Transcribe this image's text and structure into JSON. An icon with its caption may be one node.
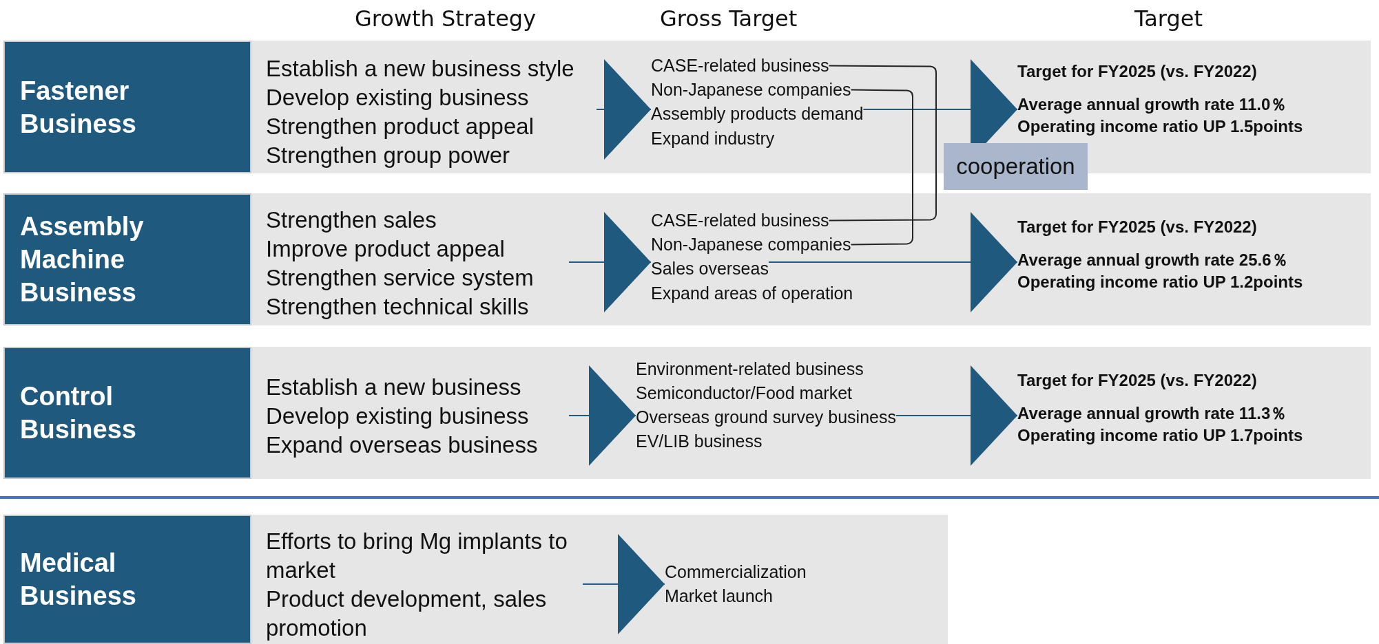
{
  "diagram": {
    "nodes": [
      {
        "text": [],
        "shape": "box"
      },
      {
        "text": [
          "Fastener Business"
        ],
        "in": 0
      },
      {
        "text": [
          "Establish a new business style",
          "Develop existing business",
          "Strengthen product appeal",
          "Strengthen group power"
        ],
        "in": 0
      },
      {
        "text": [
          "CASE-related business"
        ],
        "in": 0
      },
      {
        "text": [
          "Non-Japanese companies"
        ],
        "in": 0
      },
      {
        "text": [
          "Assembly products demand"
        ],
        "in": 0
      },
      {
        "text": [
          "Expand industry"
        ],
        "in": 0
      },
      {
        "text": [
          "Target for FY2025 (vs. FY2022)",
          "Average annual growth rate 11.0％",
          "Operating income ratio UP 1.5points"
        ],
        "in": 0
      },
      {
        "text": [
          "cooperation"
        ]
      },
      {
        "text": [],
        "shape": "box"
      },
      {
        "text": [
          "Assembly Machine Business"
        ],
        "in": 9
      },
      {
        "text": [
          "Strengthen sales",
          "Improve product appeal",
          "Strengthen service system",
          "Strengthen technical skills"
        ],
        "in": 9
      },
      {
        "text": [
          "CASE-related business"
        ],
        "in": 9
      },
      {
        "text": [
          "Non-Japanese companies"
        ],
        "in": 9
      },
      {
        "text": [
          "Sales overseas"
        ],
        "in": 9
      },
      {
        "text": [
          "Expand areas of operation"
        ],
        "in": 9
      },
      {
        "text": [
          "Target for FY2025 (vs. FY2022)",
          "Average annual growth rate 25.6％",
          "Operating income ratio UP 1.2points"
        ],
        "in": 9
      },
      {
        "text": [],
        "shape": "box"
      },
      {
        "text": [
          "Control Business"
        ],
        "in": 17
      },
      {
        "text": [
          "Establish a new business",
          "Develop existing business",
          "Expand overseas business"
        ],
        "in": 17
      },
      {
        "text": [
          "Environment-related business",
          "Semiconductor/Food market",
          "Overseas ground survey business",
          "EV/LIB business"
        ],
        "in": 17
      },
      {
        "text": [
          "Target for FY2025 (vs. FY2022)",
          "Average annual growth rate 11.3％",
          "Operating income ratio UP 1.7points"
        ],
        "in": 17
      },
      {
        "text": [],
        "shape": "box"
      },
      {
        "text": [
          "Medical Business"
        ],
        "in": 22
      },
      {
        "text": [
          "Efforts to bring Mg implants to market",
          "Product development, sales promotion"
        ],
        "in": 22
      },
      {
        "text": [
          "Commercialization",
          "Market launch"
        ],
        "in": 22
      }
    ],
    "edges": [
      {
        "from": 2,
        "to": 5,
        "arrow": "to"
      },
      {
        "from": 5,
        "to": 7,
        "arrow": "to"
      },
      {
        "from": 3,
        "to": 12,
        "arrow": "none",
        "color": "#222222"
      },
      {
        "from": 4,
        "to": 13,
        "arrow": "none",
        "color": "#222222"
      },
      {
        "from": 11,
        "to": 14,
        "arrow": "to"
      },
      {
        "from": 14,
        "to": 16,
        "arrow": "to"
      },
      {
        "from": 19,
        "to": 20,
        "arrow": "to"
      },
      {
        "from": 20,
        "to": 21,
        "arrow": "to"
      },
      {
        "from": 24,
        "to": 25,
        "arrow": "to"
      }
    ],
    "labels": [
      "Growth Strategy",
      "Gross Target",
      "Target"
    ]
  }
}
